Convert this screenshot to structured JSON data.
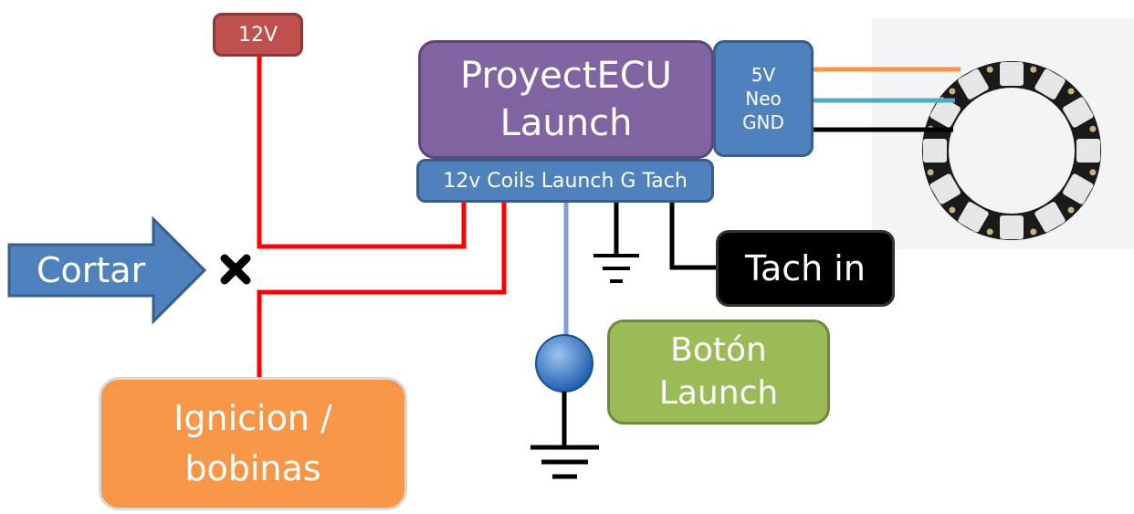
{
  "labels": {
    "power": "12V",
    "ecu": "ProyectECU\nLaunch",
    "ecu_pins": "12v Coils Launch G Tach",
    "neopixel_pins": "5V\nNeo\nGND",
    "tach": "Tach in",
    "button": "Botón\nLaunch",
    "ignition": "Ignicion /\nbobinas",
    "cut": "Cortar"
  },
  "colors": {
    "power": "#c0504d",
    "ecu": "#8064a2",
    "pins": "#4f81bd",
    "button": "#9bbb59",
    "ignition": "#f79646",
    "wire_12v": "#ff0000",
    "wire_5v": "#f79646",
    "wire_data": "#4bacc6",
    "wire_gnd": "#000000",
    "wire_launch": "#7f9fd1"
  },
  "icons": [
    "cross-icon",
    "ground-icon",
    "push-button-icon",
    "neopixel-ring-icon",
    "arrow-right-icon"
  ]
}
